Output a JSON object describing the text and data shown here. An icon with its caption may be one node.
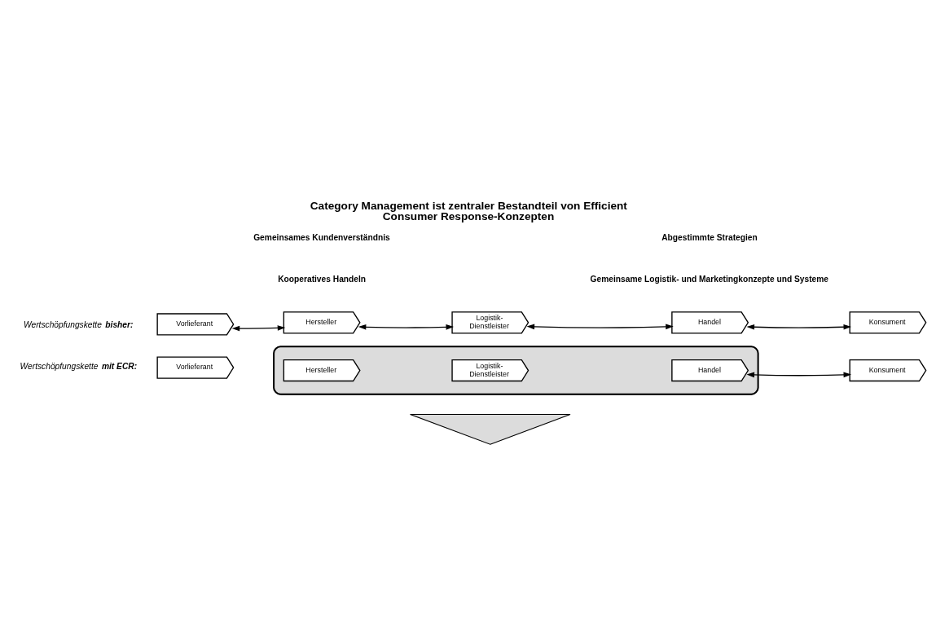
{
  "diagram": {
    "title": "Category Management ist zentraler Bestandteil von Efficient Consumer Response-Konzepten",
    "nodes": [
      {
        "text": [
          "Vorlieferant"
        ]
      },
      {
        "text": [
          "Hersteller"
        ]
      },
      {
        "text": [
          "Logistik- Dienstleister"
        ]
      },
      {
        "text": [
          "Handel"
        ]
      },
      {
        "text": [
          "Konsument"
        ]
      },
      {
        "text": [
          "Vorlieferant"
        ]
      },
      {
        "text": [],
        "shape": "ellipse"
      },
      {
        "text": [
          "Hersteller"
        ],
        "in": 6
      },
      {
        "text": [
          "Logistik- Dienstleister"
        ],
        "in": 6
      },
      {
        "text": [
          "Handel"
        ],
        "in": 6
      },
      {
        "text": [
          "Konsument"
        ]
      },
      {
        "text": [],
        "shape": "triangle"
      }
    ],
    "edges": [
      {
        "from": 0,
        "to": 1,
        "arrow": "both"
      },
      {
        "from": 1,
        "to": 2,
        "arrow": "both"
      },
      {
        "from": 2,
        "to": 3,
        "arrow": "both"
      },
      {
        "from": 3,
        "to": 4,
        "arrow": "both"
      },
      {
        "from": 9,
        "to": 10,
        "arrow": "both"
      }
    ],
    "labels": [
      "Wertschöpfungskette **bisher:**",
      "Wertschöpfungskette **mit ECR:**",
      "**Gemeinsames Kundenverständnis**",
      "**Abgestimmte Strategien**",
      "**Kooperatives Handeln**",
      "**Gemeinsame Logistik- und Marketingkonzepte und Systeme**"
    ]
  }
}
